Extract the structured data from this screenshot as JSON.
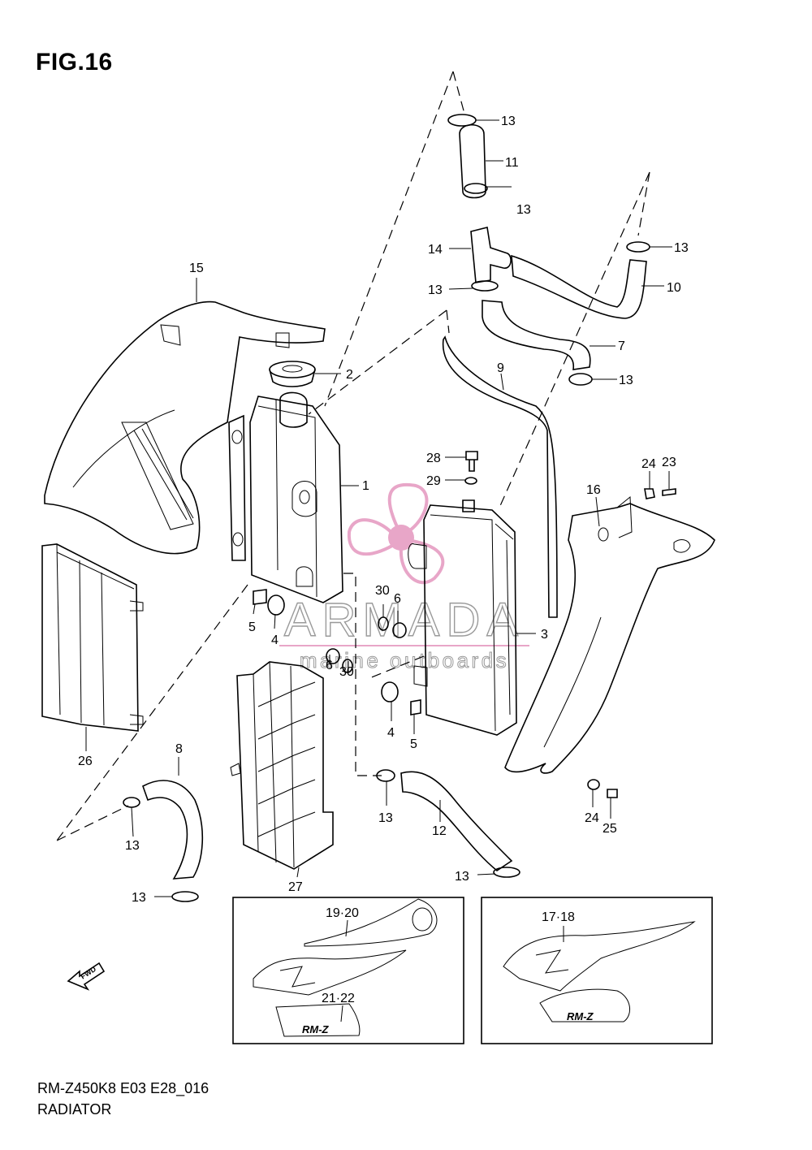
{
  "figure": {
    "title": "FIG.16"
  },
  "footer": {
    "code": "RM-Z450K8 E03 E28_016",
    "name": "RADIATOR"
  },
  "watermark": {
    "brand": "ARMADA",
    "tagline": "marine outboards",
    "color": "#e8a6c8"
  },
  "direction_label": "FWD",
  "inset_labels": {
    "tank_text": "RM-Z"
  },
  "callouts": [
    {
      "text": "13"
    },
    {
      "text": "11"
    },
    {
      "text": "13"
    },
    {
      "text": "14"
    },
    {
      "text": "13"
    },
    {
      "text": "13"
    },
    {
      "text": "10"
    },
    {
      "text": "7"
    },
    {
      "text": "13"
    },
    {
      "text": "9"
    },
    {
      "text": "15"
    },
    {
      "text": "2"
    },
    {
      "text": "1"
    },
    {
      "text": "28"
    },
    {
      "text": "29"
    },
    {
      "text": "24"
    },
    {
      "text": "23"
    },
    {
      "text": "16"
    },
    {
      "text": "30"
    },
    {
      "text": "6"
    },
    {
      "text": "3"
    },
    {
      "text": "5"
    },
    {
      "text": "4"
    },
    {
      "text": "6"
    },
    {
      "text": "30"
    },
    {
      "text": "4"
    },
    {
      "text": "5"
    },
    {
      "text": "26"
    },
    {
      "text": "8"
    },
    {
      "text": "13"
    },
    {
      "text": "13"
    },
    {
      "text": "12"
    },
    {
      "text": "24"
    },
    {
      "text": "25"
    },
    {
      "text": "27"
    },
    {
      "text": "13"
    },
    {
      "text": "13"
    },
    {
      "text": "19·20"
    },
    {
      "text": "17·18"
    },
    {
      "text": "21·22"
    }
  ]
}
